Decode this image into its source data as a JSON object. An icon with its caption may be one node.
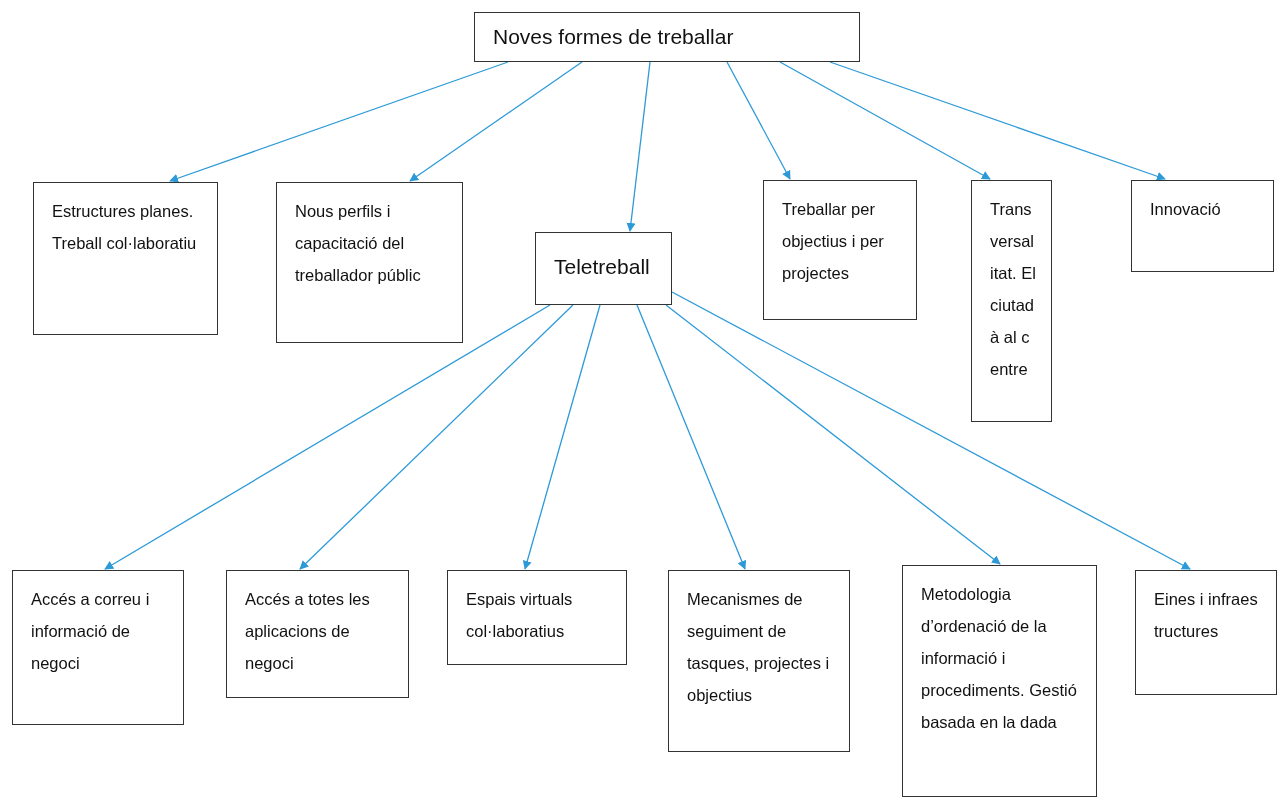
{
  "diagram": {
    "nodes": [
      {
        "text": [
          "Noves formes de treballar"
        ]
      },
      {
        "text": [
          "Estructures planes. Treball col·laboratiu"
        ]
      },
      {
        "text": [
          "Nous perfils i capacitació del treballador públic"
        ]
      },
      {
        "text": [
          "Teletreball"
        ]
      },
      {
        "text": [
          "Treballar per objectius i per projectes"
        ]
      },
      {
        "text": [
          "Transversalitat. El ciutadà al centre"
        ]
      },
      {
        "text": [
          "Innovació"
        ]
      },
      {
        "text": [
          "Accés a correu i informació de negoci"
        ]
      },
      {
        "text": [
          "Accés a totes les aplicacions de negoci"
        ]
      },
      {
        "text": [
          "Espais virtuals col·laboratius"
        ]
      },
      {
        "text": [
          "Mecanismes de seguiment de tasques, projectes i objectius"
        ]
      },
      {
        "text": [
          "Metodologia d’ordenació de la informació i procediments. Gestió basada en la dada"
        ]
      },
      {
        "text": [
          "Eines i infraestructures"
        ]
      }
    ],
    "edges": [
      {
        "from": 0,
        "to": 1,
        "arrow": "to"
      },
      {
        "from": 0,
        "to": 2,
        "arrow": "to"
      },
      {
        "from": 0,
        "to": 3,
        "arrow": "to"
      },
      {
        "from": 0,
        "to": 4,
        "arrow": "to"
      },
      {
        "from": 0,
        "to": 5,
        "arrow": "to"
      },
      {
        "from": 0,
        "to": 6,
        "arrow": "to"
      },
      {
        "from": 3,
        "to": 7,
        "arrow": "to"
      },
      {
        "from": 3,
        "to": 8,
        "arrow": "to"
      },
      {
        "from": 3,
        "to": 9,
        "arrow": "to"
      },
      {
        "from": 3,
        "to": 10,
        "arrow": "to"
      },
      {
        "from": 3,
        "to": 11,
        "arrow": "to"
      },
      {
        "from": 3,
        "to": 12,
        "arrow": "to"
      }
    ]
  }
}
